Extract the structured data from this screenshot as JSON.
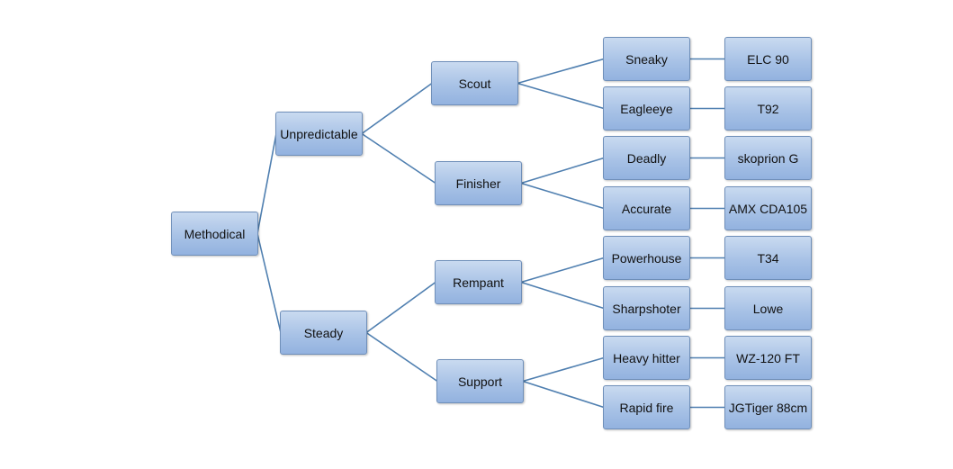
{
  "diagram": {
    "line_color": "#4f7fb0",
    "node_fill": "#a8c2e6",
    "node_border": "#6f8fb9",
    "nodes": {
      "methodical": "Methodical",
      "unpredictable": "Unpredictable",
      "steady": "Steady",
      "scout": "Scout",
      "finisher": "Finisher",
      "rempant": "Rempant",
      "support": "Support",
      "sneaky": "Sneaky",
      "eagleeye": "Eagleeye",
      "deadly": "Deadly",
      "accurate": "Accurate",
      "powerhouse": "Powerhouse",
      "sharpshoter": "Sharpshoter",
      "heavy_hitter": "Heavy hitter",
      "rapid_fire": "Rapid fire",
      "elc90": "ELC 90",
      "t92": "T92",
      "skoprion_g": "skoprion G",
      "amx_cda105": "AMX CDA105",
      "t34": "T34",
      "lowe": "Lowe",
      "wz120ft": "WZ-120 FT",
      "jgtiger88cm": "JGTiger 88cm"
    },
    "edges": [
      [
        "methodical",
        "unpredictable"
      ],
      [
        "methodical",
        "steady"
      ],
      [
        "unpredictable",
        "scout"
      ],
      [
        "unpredictable",
        "finisher"
      ],
      [
        "steady",
        "rempant"
      ],
      [
        "steady",
        "support"
      ],
      [
        "scout",
        "sneaky"
      ],
      [
        "scout",
        "eagleeye"
      ],
      [
        "finisher",
        "deadly"
      ],
      [
        "finisher",
        "accurate"
      ],
      [
        "rempant",
        "powerhouse"
      ],
      [
        "rempant",
        "sharpshoter"
      ],
      [
        "support",
        "heavy_hitter"
      ],
      [
        "support",
        "rapid_fire"
      ],
      [
        "sneaky",
        "elc90"
      ],
      [
        "eagleeye",
        "t92"
      ],
      [
        "deadly",
        "skoprion_g"
      ],
      [
        "accurate",
        "amx_cda105"
      ],
      [
        "powerhouse",
        "t34"
      ],
      [
        "sharpshoter",
        "lowe"
      ],
      [
        "heavy_hitter",
        "wz120ft"
      ],
      [
        "rapid_fire",
        "jgtiger88cm"
      ]
    ]
  }
}
